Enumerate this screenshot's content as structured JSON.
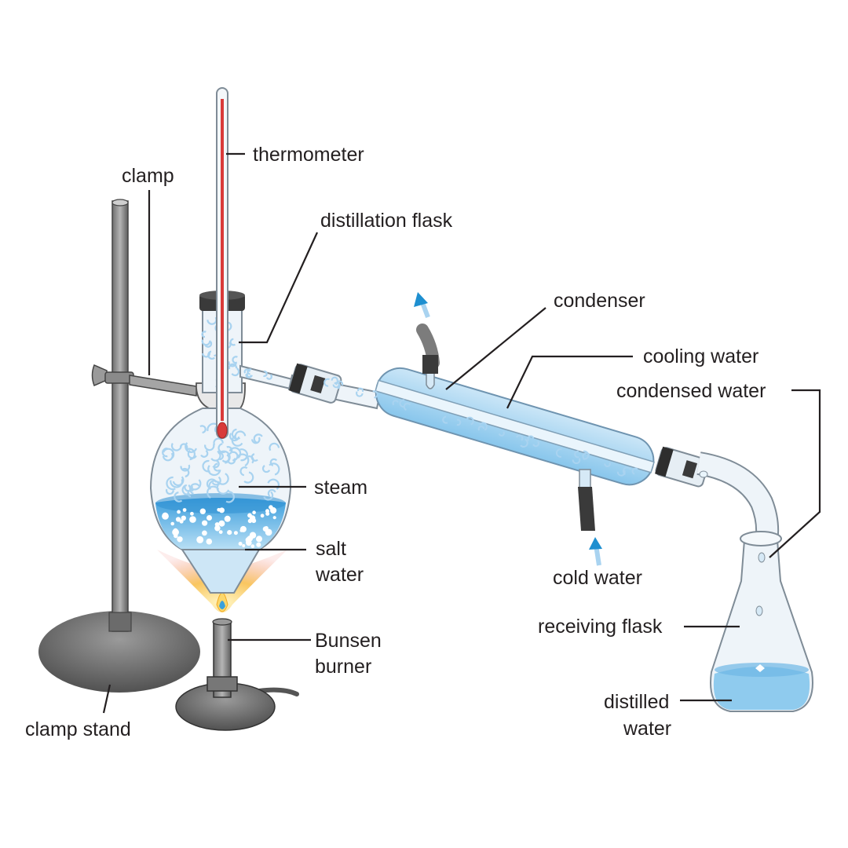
{
  "labels": {
    "thermometer": "thermometer",
    "clamp": "clamp",
    "distillation_flask": "distillation flask",
    "condenser": "condenser",
    "cooling_water": "cooling water",
    "condensed_water": "condensed water",
    "steam": "steam",
    "salt_water_1": "salt",
    "salt_water_2": "water",
    "cold_water": "cold water",
    "bunsen_1": "Bunsen",
    "bunsen_2": "burner",
    "receiving_flask": "receiving flask",
    "clamp_stand": "clamp stand",
    "distilled_water_1": "distilled",
    "distilled_water_2": "water"
  },
  "colors": {
    "glass": "#eef4f9",
    "glass_edge": "#8a98a6",
    "water": "#8fcbee",
    "water_deep": "#3fa3dd",
    "steam_swirl": "#a9d3f0",
    "metal_dark": "#5a5a5a",
    "metal_mid": "#8d8d8d",
    "stopper": "#3a3a3a",
    "mercury": "#d93a3a",
    "arrow": "#1e8fd0",
    "flame_outer": "#f5a623",
    "flame_inner": "#fce38a"
  }
}
